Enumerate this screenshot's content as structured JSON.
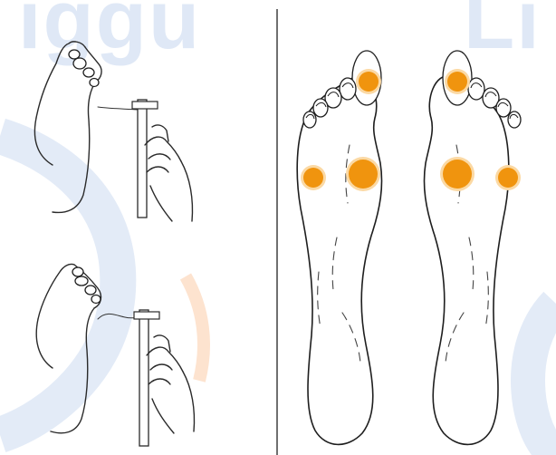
{
  "watermark": {
    "left_fragment": "iggu",
    "right_fragment": "Li",
    "color": "#dfe8f6"
  },
  "colors": {
    "test_site_fill": "#f0940e",
    "test_site_halo": "#fbd9a4",
    "background_arc_blue": "#e3ebf7",
    "background_arc_orange": "#fde3cf"
  },
  "diagram": {
    "left_panel": "monofilament-test-illustration",
    "right_panel": "plantar-test-sites",
    "feet": [
      "right-foot-sole",
      "left-foot-sole"
    ],
    "test_sites_per_foot": 3
  }
}
